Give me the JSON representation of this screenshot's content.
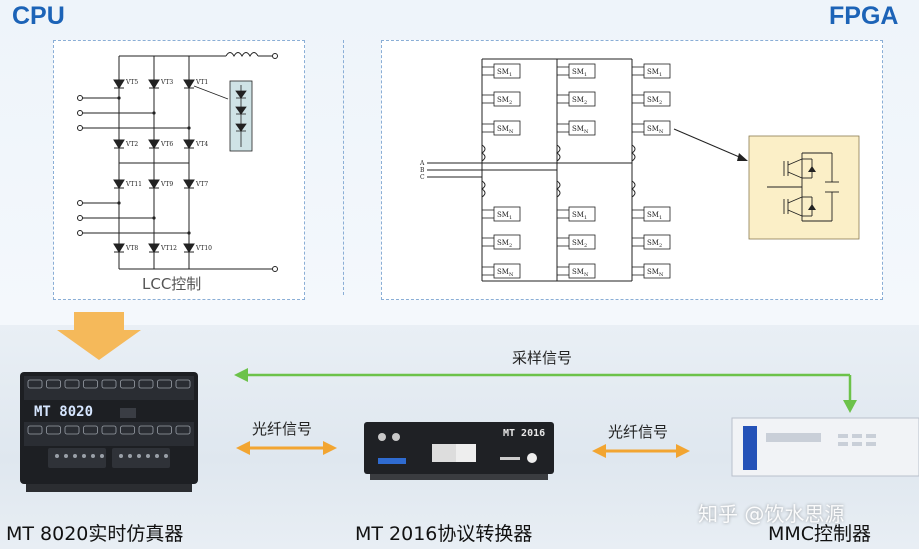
{
  "headers": {
    "cpu": "CPU",
    "fpga": "FPGA"
  },
  "lcc": {
    "caption": "LCC控制",
    "thyristors": [
      "VT5",
      "VT3",
      "VT1",
      "VT2",
      "VT6",
      "VT4",
      "VT11",
      "VT9",
      "VT7",
      "VT8",
      "VT12",
      "VT10"
    ]
  },
  "mmc": {
    "phases": [
      "A",
      "B",
      "C"
    ],
    "submodule_labels": [
      "SM",
      "SM",
      "SM"
    ],
    "submodule_subs": [
      "1",
      "2",
      "N"
    ]
  },
  "links": {
    "sampling": "采样信号",
    "fiber_left": "光纤信号",
    "fiber_right": "光纤信号"
  },
  "devices": {
    "simulator_caption": "MT 8020实时仿真器",
    "simulator_face": "MT 8020",
    "converter_caption": "MT 2016协议转换器",
    "converter_face": "MT 2016",
    "controller_caption": "MMC控制器"
  },
  "watermark": "知乎 @饮水思源",
  "colors": {
    "header": "#1c63b7",
    "green_arrow": "#6cc24a",
    "orange_arrow": "#f2a531",
    "big_arrow": "#f5b95a",
    "sm_detail_bg": "#fbefc7"
  }
}
